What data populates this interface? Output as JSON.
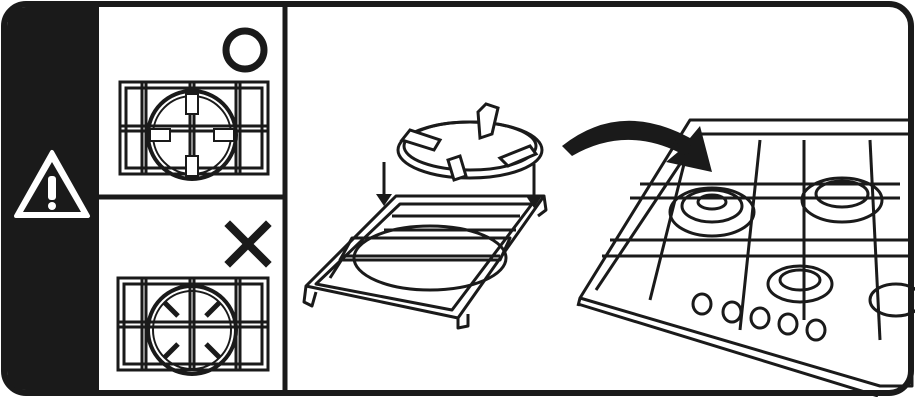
{
  "panel": {
    "warning_icon": "warning-triangle-icon",
    "correct_symbol": "circle-correct-icon",
    "incorrect_symbol": "cross-incorrect-icon",
    "colors": {
      "line": "#1a1a1a",
      "background": "#ffffff",
      "sidebar": "#1a1a1a"
    }
  },
  "steps": [
    {
      "name": "correct-grate-orientation",
      "mark": "correct"
    },
    {
      "name": "incorrect-grate-orientation",
      "mark": "incorrect"
    },
    {
      "name": "place-wok-ring-on-grate",
      "mark": "instruction"
    }
  ]
}
